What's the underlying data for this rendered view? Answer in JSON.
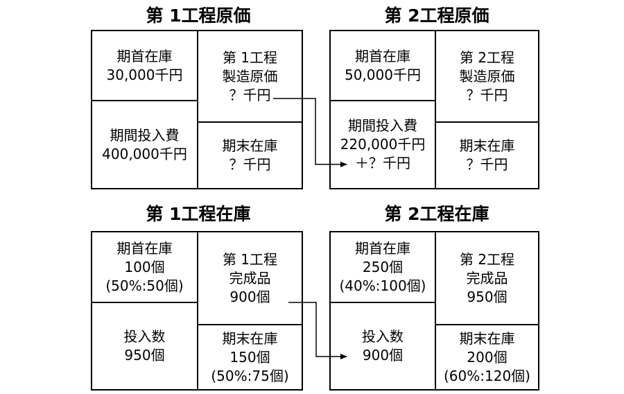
{
  "cost1": {
    "title": "第 1工程原価",
    "opening": [
      "期首在庫",
      "30,000千円"
    ],
    "input": [
      "期間投入費",
      "400,000千円"
    ],
    "output": [
      "第 1工程",
      "製造原価",
      "？千円"
    ],
    "closing": [
      "期末在庫",
      "？千円"
    ]
  },
  "cost2": {
    "title": "第 2工程原価",
    "opening": [
      "期首在庫",
      "50,000千円"
    ],
    "input": [
      "期間投入費",
      "220,000千円",
      "＋？千円"
    ],
    "output": [
      "第 2工程",
      "製造原価",
      "？千円"
    ],
    "closing": [
      "期末在庫",
      "？千円"
    ]
  },
  "inv1": {
    "title": "第 1工程在庫",
    "opening": [
      "期首在庫",
      "100個",
      "(50%:50個)"
    ],
    "input": [
      "投入数",
      "950個"
    ],
    "output": [
      "第 1工程",
      "完成品",
      "900個"
    ],
    "closing": [
      "期末在庫",
      "150個",
      "(50%:75個)"
    ]
  },
  "inv2": {
    "title": "第 2工程在庫",
    "opening": [
      "期首在庫",
      "250個",
      "(40%:100個)"
    ],
    "input": [
      "投入数",
      "900個"
    ],
    "output": [
      "第 2工程",
      "完成品",
      "950個"
    ],
    "closing": [
      "期末在庫",
      "200個",
      "(60%:120個)"
    ]
  }
}
